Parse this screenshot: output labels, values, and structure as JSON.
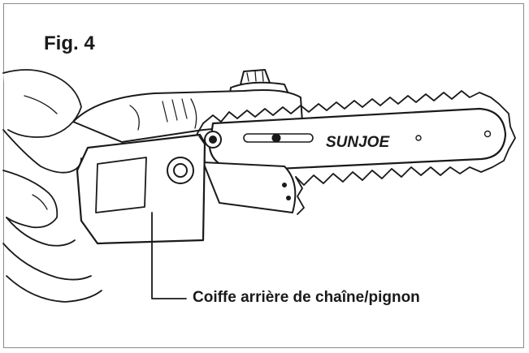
{
  "figure": {
    "label": "Fig. 4",
    "callout": "Coiffe arrière de chaîne/pignon",
    "brand_on_bar": "SUNJOE"
  }
}
